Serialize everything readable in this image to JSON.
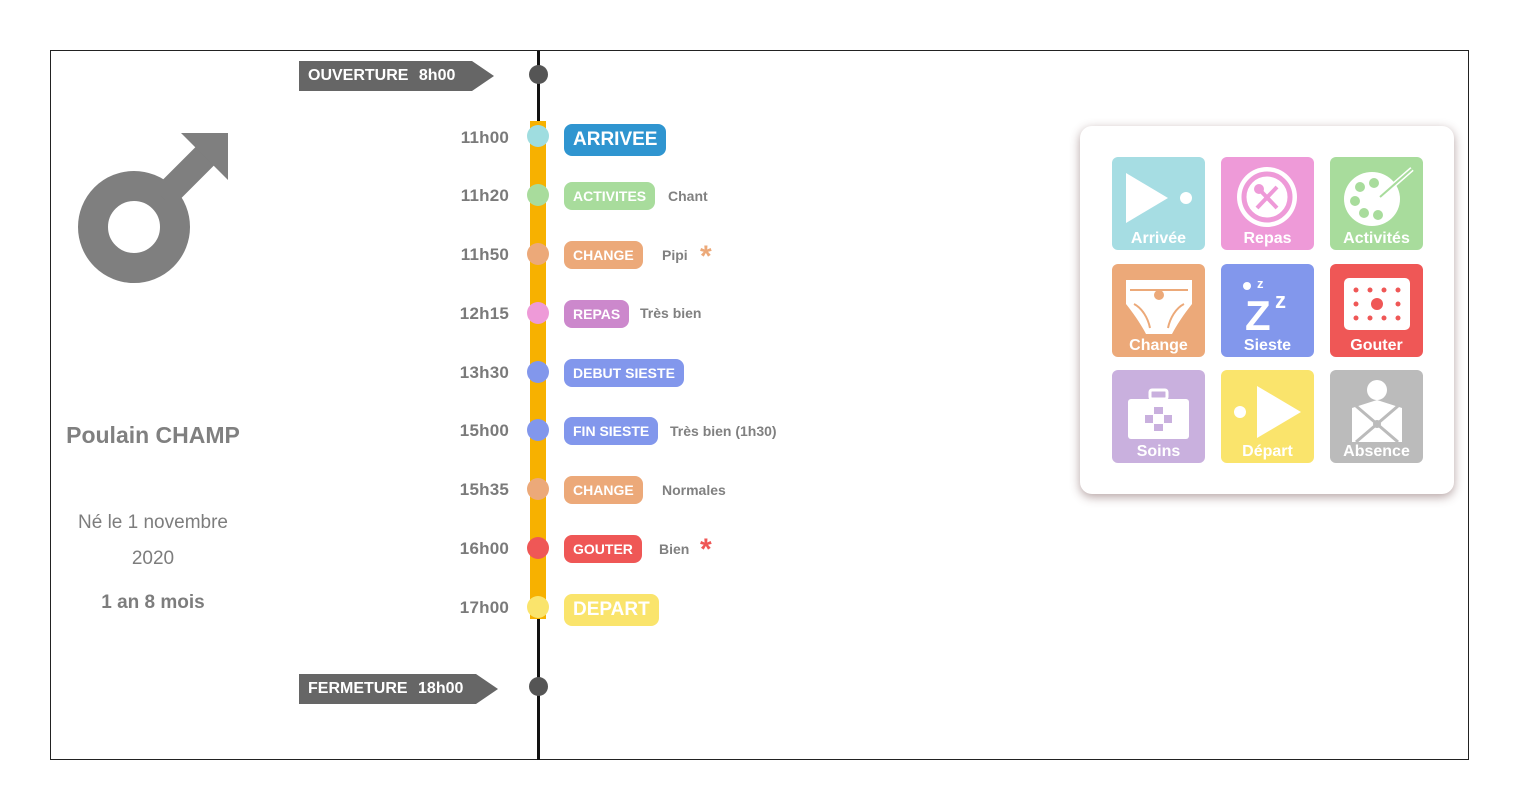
{
  "child": {
    "name": "Poulain CHAMP",
    "birth_line1": "Né le 1 novembre",
    "birth_line2": "2020",
    "age": "1 an 8 mois",
    "gender_icon": "male-symbol-icon"
  },
  "opening": {
    "label": "OUVERTURE",
    "time": "8h00"
  },
  "closing": {
    "label": "FERMETURE",
    "time": "18h00"
  },
  "events": [
    {
      "time": "11h00",
      "label": "ARRIVEE",
      "note": "",
      "color": "#2f95d0",
      "dot_color": "#9fdde0",
      "flag": false
    },
    {
      "time": "11h20",
      "label": "ACTIVITES",
      "note": "Chant",
      "color": "#a8dc9c",
      "dot_color": "#a8dc9c",
      "flag": false
    },
    {
      "time": "11h50",
      "label": "CHANGE",
      "note": "Pipi",
      "color": "#eca979",
      "dot_color": "#eca979",
      "flag": true,
      "flag_color": "#eca979"
    },
    {
      "time": "12h15",
      "label": "REPAS",
      "note": "Très bien",
      "color": "#cc88cc",
      "dot_color": "#ee9ad8",
      "flag": false
    },
    {
      "time": "13h30",
      "label": "DEBUT SIESTE",
      "note": "",
      "color": "#8297ec",
      "dot_color": "#8297ec",
      "flag": false
    },
    {
      "time": "15h00",
      "label": "FIN SIESTE",
      "note": "Très bien (1h30)",
      "color": "#8297ec",
      "dot_color": "#8297ec",
      "flag": false
    },
    {
      "time": "15h35",
      "label": "CHANGE",
      "note": "Normales",
      "color": "#eca979",
      "dot_color": "#eca979",
      "flag": false
    },
    {
      "time": "16h00",
      "label": "GOUTER",
      "note": "Bien",
      "color": "#ef5756",
      "dot_color": "#ef5756",
      "flag": true,
      "flag_color": "#ef5756"
    },
    {
      "time": "17h00",
      "label": "DEPART",
      "note": "",
      "color": "#fae46c",
      "dot_color": "#fae46c",
      "flag": false
    }
  ],
  "flag_symbol": "*",
  "palette": [
    {
      "label": "Arrivée",
      "color": "#a6dde3",
      "icon": "arrival-play-icon"
    },
    {
      "label": "Repas",
      "color": "#ee9ad8",
      "icon": "meal-plate-icon"
    },
    {
      "label": "Activités",
      "color": "#a8dc9c",
      "icon": "paint-palette-icon"
    },
    {
      "label": "Change",
      "color": "#eca979",
      "icon": "diaper-icon"
    },
    {
      "label": "Sieste",
      "color": "#8297ec",
      "icon": "sleep-zzz-icon"
    },
    {
      "label": "Gouter",
      "color": "#ef5756",
      "icon": "biscuit-icon"
    },
    {
      "label": "Soins",
      "color": "#c9b0de",
      "icon": "first-aid-kit-icon"
    },
    {
      "label": "Départ",
      "color": "#fae46c",
      "icon": "departure-play-icon"
    },
    {
      "label": "Absence",
      "color": "#bbbbbb",
      "icon": "absence-person-icon"
    }
  ]
}
